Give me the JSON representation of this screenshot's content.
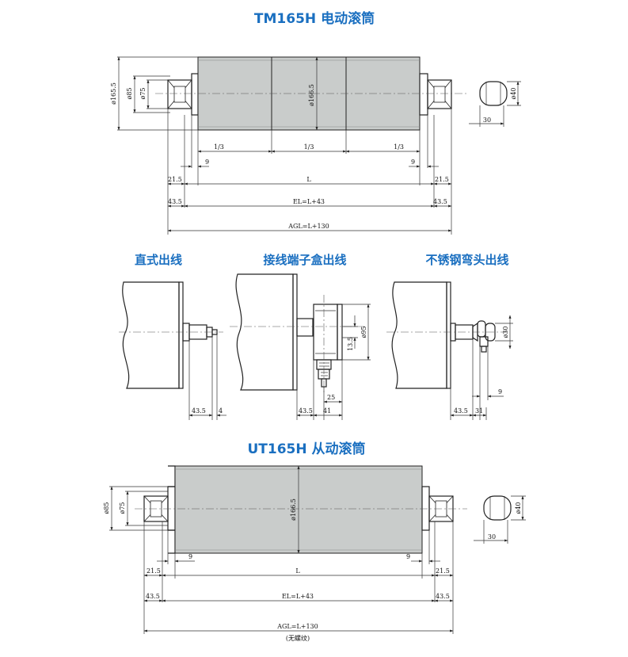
{
  "titles": {
    "tm": "TM165H 电动滚筒",
    "ut": "UT165H 从动滚筒"
  },
  "outlets": {
    "straight": "直式出线",
    "junction": "接线端子盒出线",
    "elbow": "不锈钢弯头出线"
  },
  "tm_dims": {
    "d165": "ø165.5",
    "d85": "ø85",
    "d75": "ø75",
    "d166": "ø166.5",
    "d40": "ø40",
    "w30": "30",
    "third1": "1/3",
    "third2": "1/3",
    "third3": "1/3",
    "nine_l": "9",
    "nine_r": "9",
    "a215_l": "21.5",
    "a215_r": "21.5",
    "L": "L",
    "a435_l": "43.5",
    "a435_r": "43.5",
    "EL": "EL=L+43",
    "AGL": "AGL=L+130"
  },
  "outlet_dims": {
    "s435": "43.5",
    "s4": "4",
    "d95": "ø95",
    "h135": "13.5",
    "j25": "25",
    "j435": "43.5",
    "j41": "41",
    "d30": "ø30",
    "e9": "9",
    "e435": "43.5",
    "e31": "31"
  },
  "ut_dims": {
    "d85": "ø85",
    "d75": "ø75",
    "d166": "ø166.5",
    "d40": "ø40",
    "w30": "30",
    "nine_l": "9",
    "nine_r": "9",
    "a215_l": "21.5",
    "a215_r": "21.5",
    "L": "L",
    "a435_l": "43.5",
    "a435_r": "43.5",
    "EL": "EL=L+43",
    "AGL": "AGL=L+130",
    "note": "(无螺纹)"
  }
}
